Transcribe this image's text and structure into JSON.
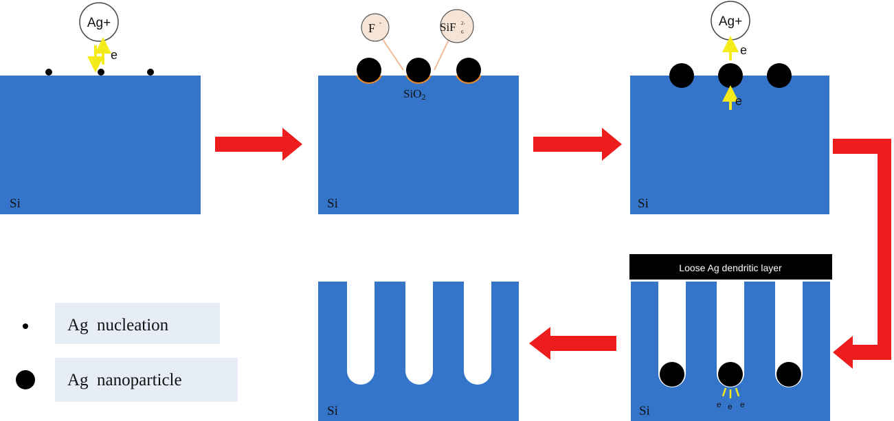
{
  "colors": {
    "silicon": "#3474c9",
    "silver": "#000000",
    "electron_arrow": "#f5ea1a",
    "process_arrow": "#ee1d1d",
    "oxide": "#e88a2c",
    "ion_fill": "#f6e5d6",
    "legend_box": "#e6edf7"
  },
  "panels": {
    "p1": {
      "label": "Si",
      "ion": "Ag+",
      "electron": "e"
    },
    "p2": {
      "label": "Si",
      "oxide_label": "SiO",
      "oxide_sub": "2",
      "ion_f": "F",
      "ion_f_sup": "-",
      "ion_sif": "SiF",
      "ion_sif_sub": "6",
      "ion_sif_sup": "2-"
    },
    "p3": {
      "label": "Si",
      "ion": "Ag+",
      "electron_top": "e",
      "electron_bottom": "e"
    },
    "p4": {
      "label": "Si",
      "layer_label": "Loose Ag dendritic layer",
      "electrons": [
        "e",
        "e",
        "e"
      ]
    },
    "p5": {
      "label": "Si"
    }
  },
  "legend": {
    "nucleation": "Ag  nucleation",
    "nanoparticle": "Ag  nanoparticle"
  }
}
